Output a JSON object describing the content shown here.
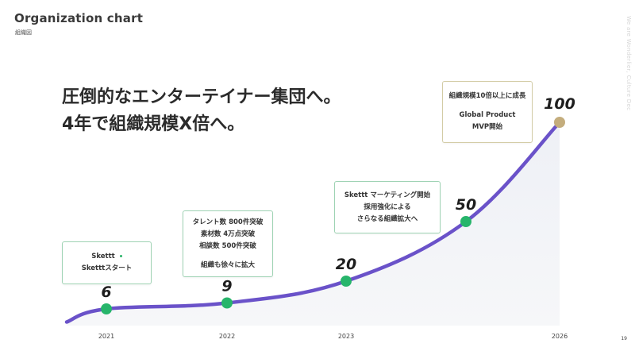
{
  "header": {
    "title": "Organization chart",
    "subtitle": "組織図",
    "vertical_mark": "We are Wonderlier, Culture Dec"
  },
  "headline": {
    "line1": "圧倒的なエンターテイナー集団へ。",
    "line2": "4年で組織規模X倍へ。"
  },
  "callouts": {
    "c2021": {
      "line1": "Skettt",
      "line2": "Sketttスタート"
    },
    "c2022": {
      "line1": "タレント数 800件突破",
      "line2": "素材数 4万点突破",
      "line3": "相談数 500件突破",
      "line4": "組織も徐々に拡大"
    },
    "c2023": {
      "line1": "Skettt マーケティング開始",
      "line2": "採用強化による",
      "line3": "さらなる組織拡大へ"
    },
    "c2026": {
      "line1": "組織規模10倍以上に成長",
      "line2": "Global Product",
      "line3": "MVP開始"
    }
  },
  "page_number": "19",
  "colors": {
    "curve": "#6a52c9",
    "point": "#27b56b",
    "final_point": "#c4ad7d",
    "area": "#eef0f6",
    "callout_border": "#9fd3b4"
  },
  "chart_data": {
    "type": "line",
    "title": "Organization chart",
    "x": [
      "2021",
      "2022",
      "2023",
      "",
      "2026"
    ],
    "values": [
      6,
      9,
      20,
      50,
      100
    ],
    "point_labels": [
      "6",
      "9",
      "20",
      "50",
      "100"
    ],
    "x_tick_labels": [
      "2021",
      "2022",
      "2023",
      "2026"
    ],
    "grid": false,
    "legend": "none"
  }
}
